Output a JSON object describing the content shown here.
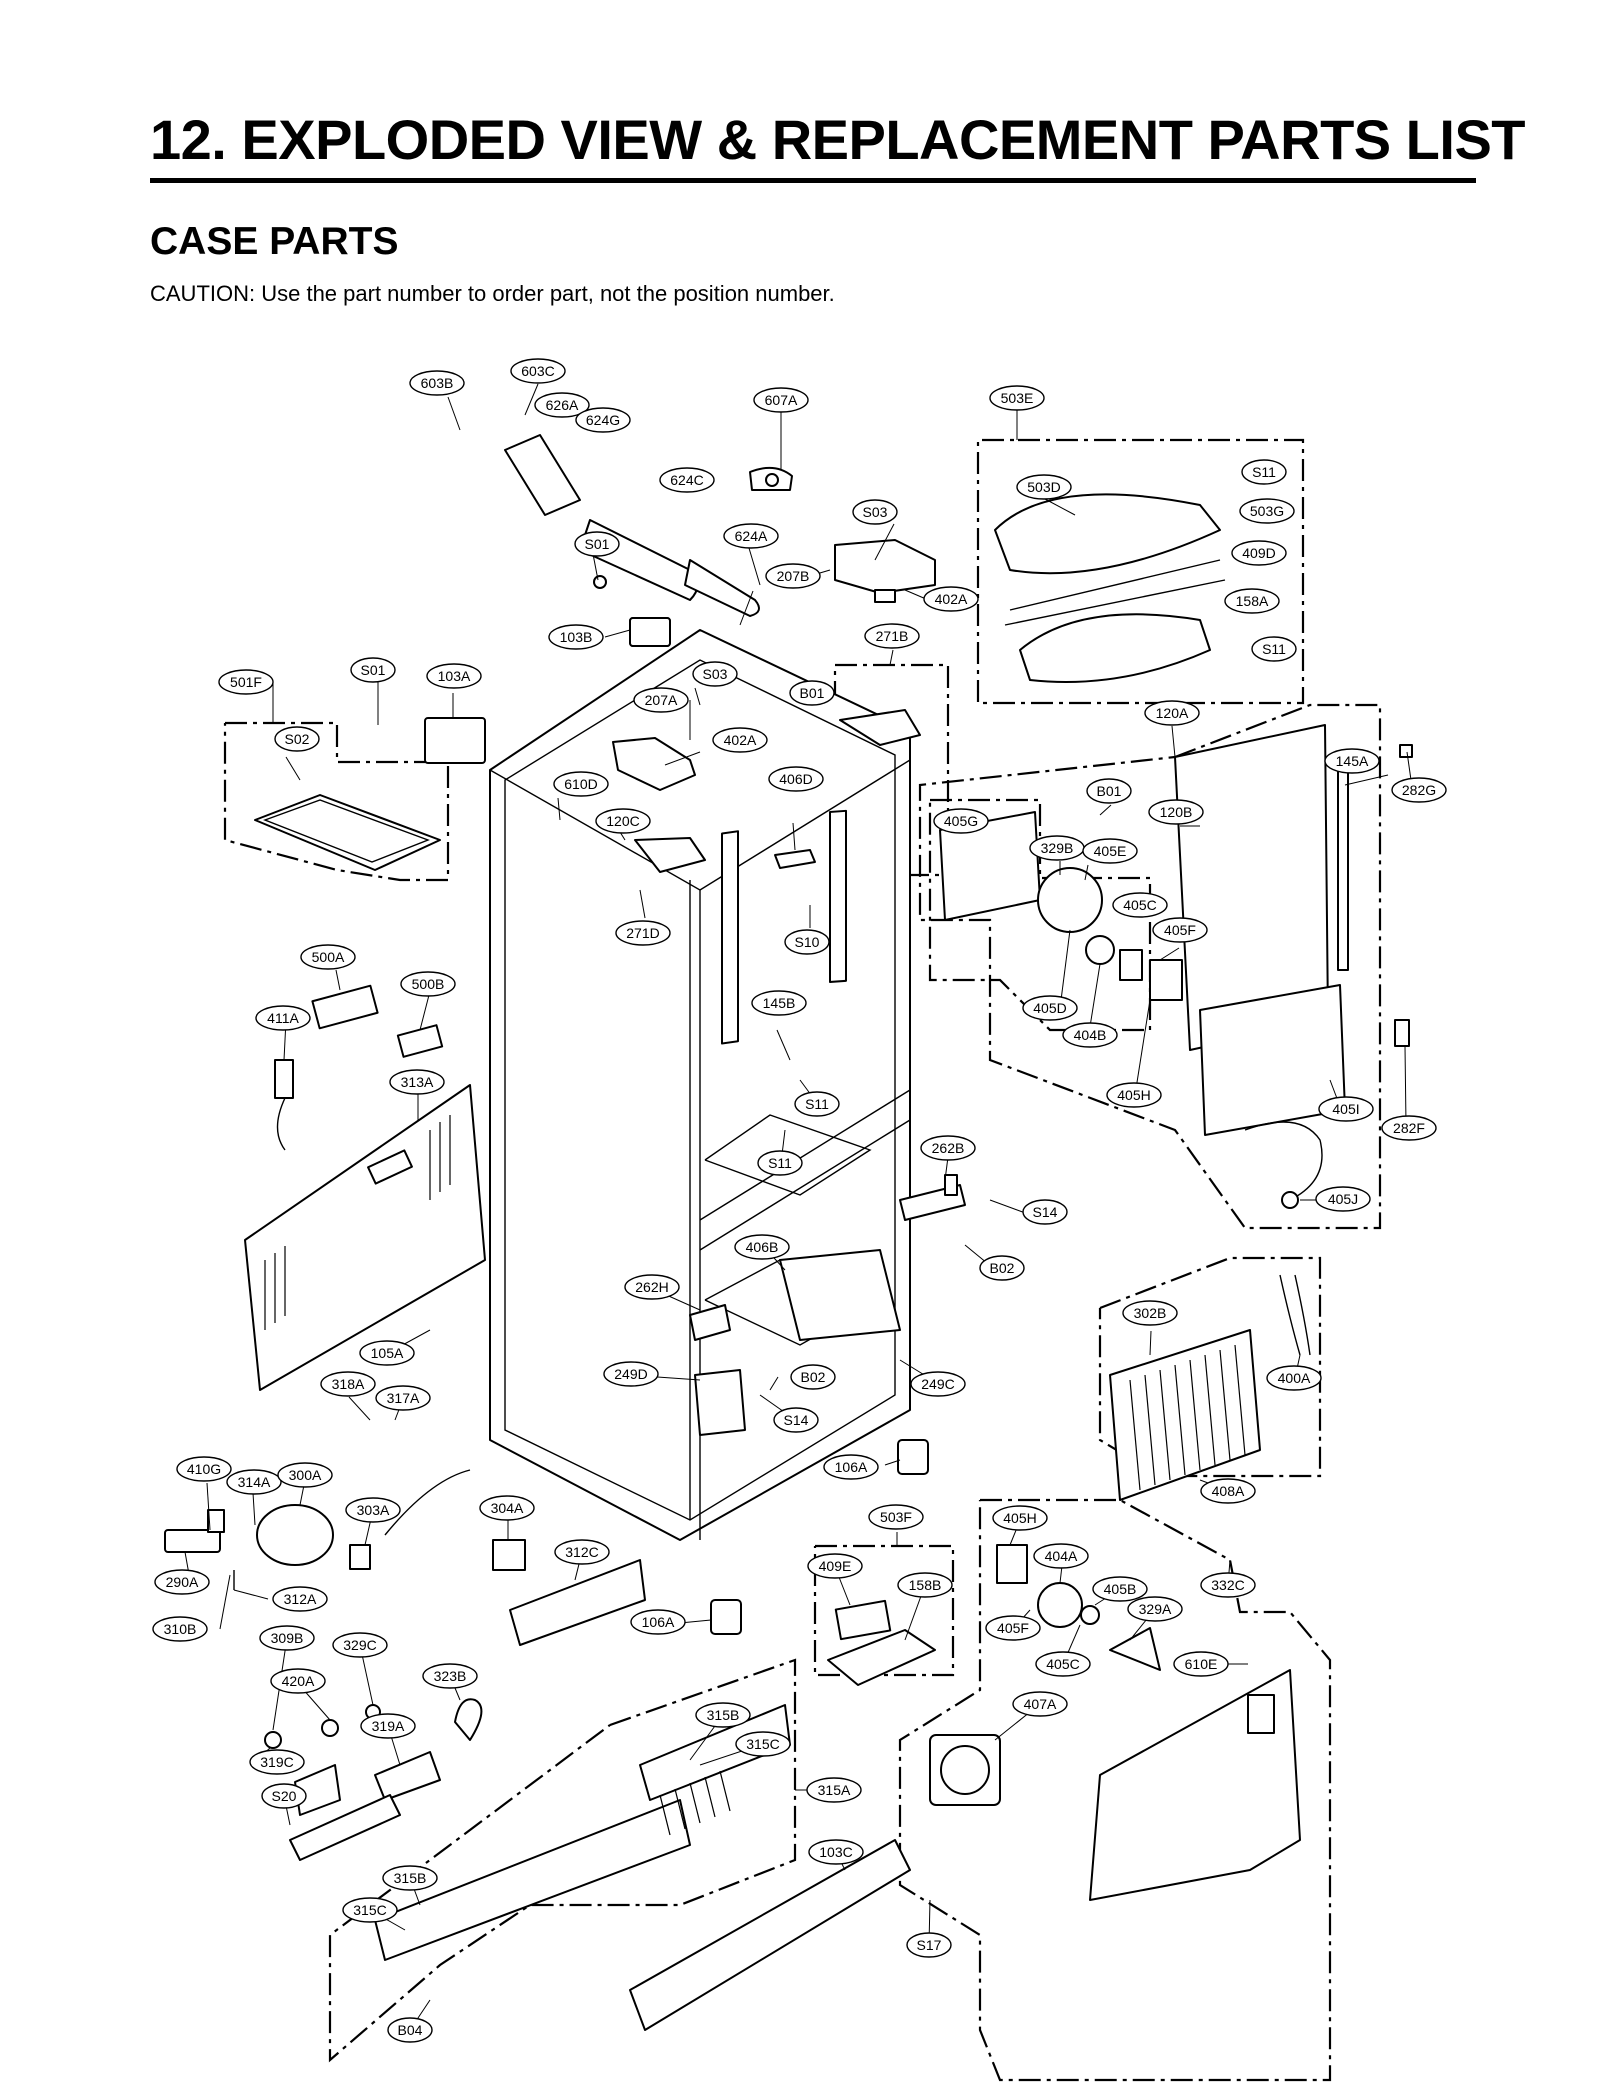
{
  "header": {
    "title": "12. EXPLODED VIEW & REPLACEMENT PARTS LIST",
    "section": "CASE PARTS",
    "caution": "CAUTION: Use the part number to order part, not the position number."
  },
  "callouts": [
    "603B",
    "603C",
    "626A",
    "624G",
    "607A",
    "503E",
    "624C",
    "503D",
    "S11",
    "503G",
    "S03",
    "S01",
    "624A",
    "207B",
    "409D",
    "402A",
    "158A",
    "103B",
    "271B",
    "S11",
    "501F",
    "S01",
    "103A",
    "S03",
    "B01",
    "207A",
    "120A",
    "S02",
    "402A",
    "145A",
    "282G",
    "610D",
    "406D",
    "120C",
    "B01",
    "405G",
    "329B",
    "405E",
    "120B",
    "405C",
    "405F",
    "271D",
    "S10",
    "500A",
    "500B",
    "145B",
    "405D",
    "404B",
    "411A",
    "405H",
    "313A",
    "S11",
    "405I",
    "282F",
    "S11",
    "262B",
    "405J",
    "S14",
    "406B",
    "B02",
    "262H",
    "302B",
    "400A",
    "105A",
    "249D",
    "B02",
    "249C",
    "318A",
    "317A",
    "S14",
    "106A",
    "408A",
    "410G",
    "314A",
    "300A",
    "303A",
    "304A",
    "503F",
    "405H",
    "312C",
    "404A",
    "409E",
    "158B",
    "405B",
    "332C",
    "290A",
    "312A",
    "329A",
    "106A",
    "310B",
    "309B",
    "329C",
    "405F",
    "405C",
    "610E",
    "420A",
    "323B",
    "407A",
    "315B",
    "315C",
    "319A",
    "319C",
    "315A",
    "S20",
    "103C",
    "315B",
    "315C",
    "S17",
    "B04"
  ]
}
